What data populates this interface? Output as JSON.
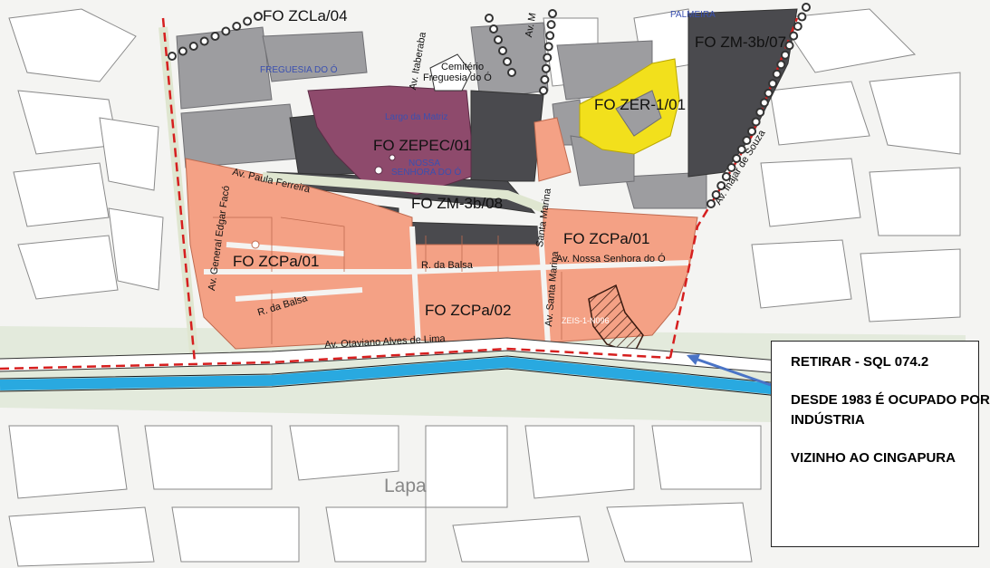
{
  "zones": {
    "zcla04": "FO ZCLa/04",
    "zm3b07": "FO ZM-3b/07",
    "zer101": "FO ZER-1/01",
    "zepec01": "FO ZEPEC/01",
    "zm3b08": "FO ZM-3b/08",
    "zcpa01_right": "FO ZCPa/01",
    "zcpa01_left": "FO ZCPa/01",
    "zcpa02": "FO ZCPa/02",
    "zeis": "ZEIS-1-N096"
  },
  "places": {
    "freguesia": "FREGUESIA DO Ó",
    "palmeira": "PALMEIRA",
    "cemiterio_1": "Cemitério",
    "cemiterio_2": "Freguesia do Ó",
    "largo": "Largo da Matriz",
    "nossa_1": "NOSSA",
    "nossa_2": "SENHORA DO Ó",
    "lapa": "Lapa"
  },
  "streets": {
    "paula_ferreira": "Av. Paula Ferreira",
    "edgar_faco": "Av. General Edgar Facó",
    "da_balsa_1": "R. da Balsa",
    "da_balsa_2": "R. da Balsa",
    "nossa_senhora": "Av. Nossa Senhora do Ó",
    "santa_marina_1": "Santa Marina",
    "santa_marina_2": "Av. Santa Marina",
    "otaviano": "Av.    Otaviano    Alves    de   Lima",
    "itaberaba": "Av. Itaberaba",
    "inajar": "Av. Inajar de Souza",
    "av_m": "Av. M"
  },
  "note": {
    "line1": "RETIRAR - SQL 074.2",
    "line2": "DESDE 1983 É OCUPADO POR",
    "line3": "INDÚSTRIA",
    "line4": "VIZINHO AO CINGAPURA"
  },
  "colors": {
    "background": "#f4f4f2",
    "block": "#ffffff",
    "block_outline": "#8a8a8a",
    "zone_salmon": "#f4a185",
    "zone_gray": "#9d9da0",
    "zone_dark": "#4a4a4e",
    "zone_purple": "#8e4a6c",
    "zone_yellow": "#f2e01c",
    "river": "#29a9e0",
    "boundary_red": "#d61f1f",
    "arrow_blue": "#4a74c6"
  }
}
